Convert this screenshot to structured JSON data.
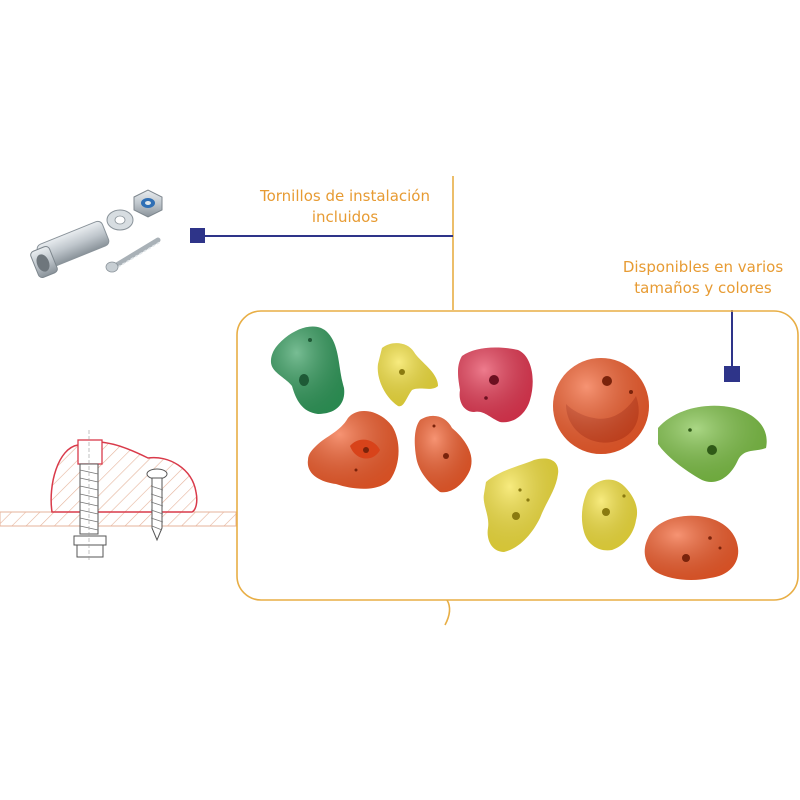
{
  "colors": {
    "frame": "#e8ae45",
    "connector": "#2e3489",
    "label_text": "#e79b33",
    "drawing": "#d93a4a",
    "hatch": "#e6b39b",
    "steel": "#bfc6cc",
    "steel_dark": "#8a939a",
    "hold_green": "#2f9a5a",
    "hold_yellow": "#f4e13a",
    "hold_red": "#e53550",
    "hold_orange": "#f25a28",
    "hold_lime": "#7cc143"
  },
  "callouts": {
    "screws": {
      "line1": "Tornillos de instalación",
      "line2": "incluidos"
    },
    "sizes": {
      "line1": "Disponibles en varios",
      "line2": "tamaños y colores"
    }
  },
  "holds": [
    {
      "color": "green"
    },
    {
      "color": "yellow"
    },
    {
      "color": "red"
    },
    {
      "color": "orange"
    },
    {
      "color": "lime"
    },
    {
      "color": "orange"
    },
    {
      "color": "orange"
    },
    {
      "color": "yellow"
    },
    {
      "color": "yellow"
    },
    {
      "color": "orange"
    }
  ]
}
